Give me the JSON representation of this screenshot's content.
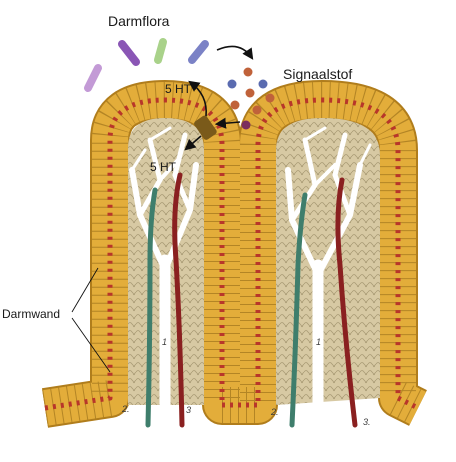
{
  "labels": {
    "gut_flora": "Darmflora",
    "signal_substance": "Signaalstof",
    "serotonin_top": "5 HT",
    "serotonin_inner": "5 HT",
    "gut_wall": "Darmwand"
  },
  "vessel_markers": {
    "left_villus": [
      "2.",
      "1",
      "3"
    ],
    "right_villus": [
      "2.",
      "1",
      "3."
    ]
  },
  "colors": {
    "epithelium": "#e3ad3a",
    "epithelium_dark": "#b07d1c",
    "nucleus": "#b8362a",
    "stroma": "#d7c9a3",
    "lymph_vessel": "#ffffff",
    "vein": "#3f7e6c",
    "artery": "#8a2020",
    "bacterium_purple": "#8a56b5",
    "bacterium_light": "#c39ad6",
    "bacterium_green": "#a9d28a",
    "bacterium_blue": "#7b82c6",
    "signal_brown": "#c0623a",
    "signal_blue": "#5a6bb0",
    "signal_purple": "#7a2d5e"
  },
  "icons": [
    "curved-arrow-icon",
    "straight-arrow-icon",
    "bacterium-icon",
    "signal-molecule-icon"
  ]
}
